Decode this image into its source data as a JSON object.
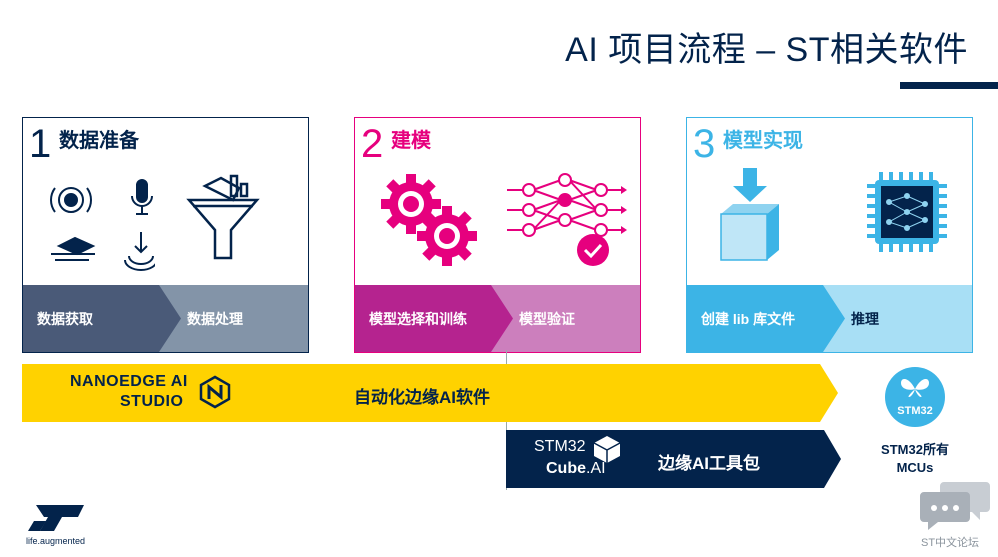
{
  "title": "AI 项目流程 – ST相关软件",
  "panels": [
    {
      "num": "1",
      "title": "数据准备",
      "stage1": "数据获取",
      "stage2": "数据处理"
    },
    {
      "num": "2",
      "title": "建模",
      "stage1": "模型选择和训练",
      "stage2": "模型验证"
    },
    {
      "num": "3",
      "title": "模型实现",
      "stage1": "创建 lib 库文件",
      "stage2": "推理"
    }
  ],
  "nanoedge": {
    "line1": "NANOEDGE AI",
    "line2": "STUDIO",
    "label": "自动化边缘AI软件"
  },
  "cubeai": {
    "line1": "STM32",
    "line2": "Cube",
    "line2b": ".AI",
    "label": "边缘AI工具包"
  },
  "mcu": {
    "badge": "STM32",
    "line1": "STM32所有",
    "line2": "MCUs"
  },
  "footer": {
    "tagline": "life.augmented",
    "forum": "ST中文论坛"
  },
  "colors": {
    "navy": "#03234b",
    "magenta": "#e6007e",
    "cyan": "#3cb4e6",
    "yellow": "#ffd200"
  }
}
